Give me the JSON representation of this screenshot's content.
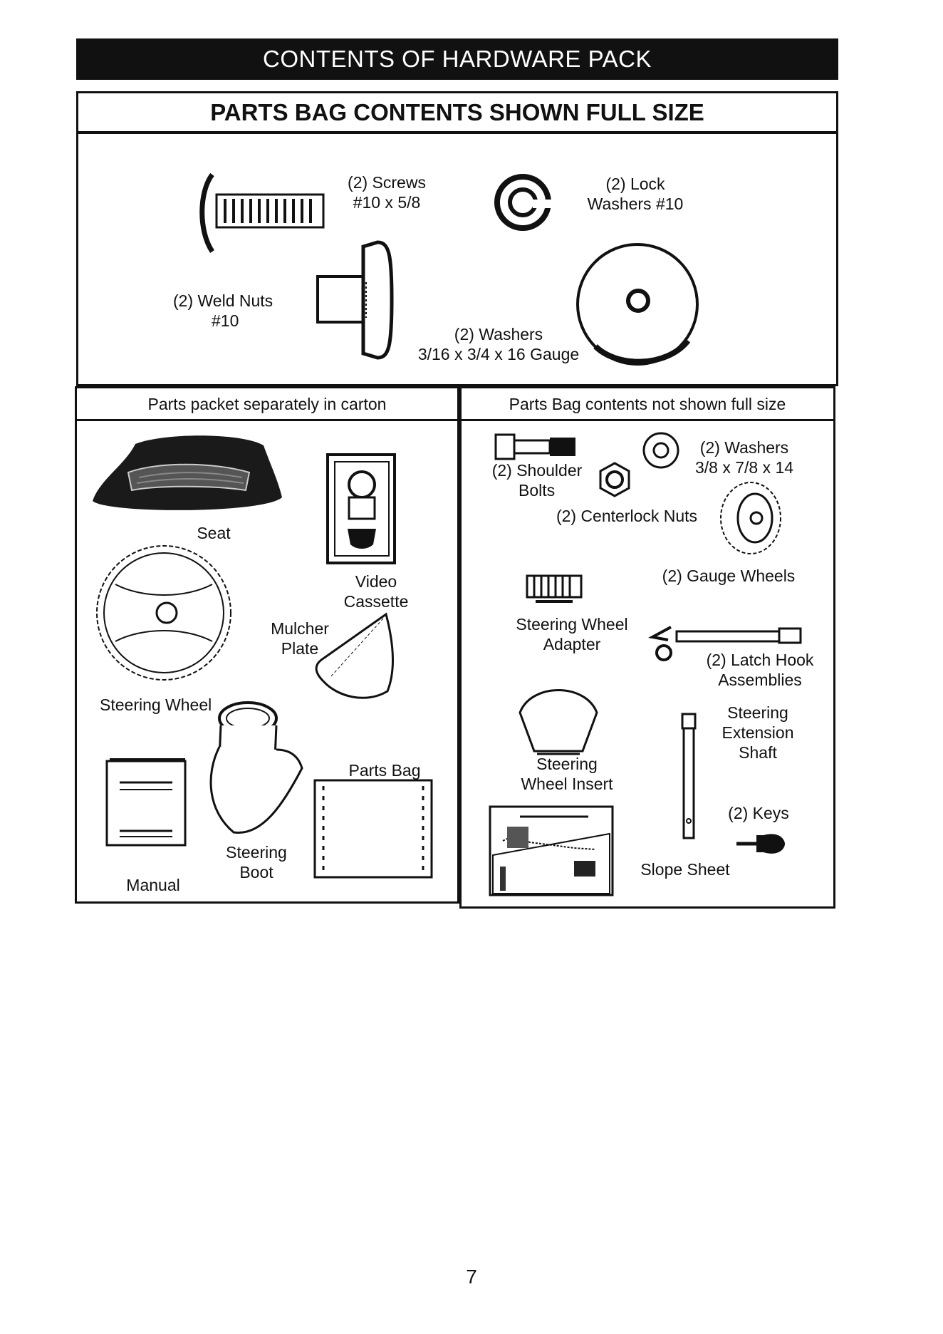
{
  "header": {
    "banner": "CONTENTS OF HARDWARE PACK"
  },
  "full_size_section": {
    "title": "PARTS BAG CONTENTS SHOWN FULL SIZE",
    "items": [
      {
        "line1": "(2) Screws",
        "line2": "#10 x 5/8"
      },
      {
        "line1": "(2) Lock",
        "line2": "Washers #10"
      },
      {
        "line1": "(2) Weld Nuts",
        "line2": "#10"
      },
      {
        "line1": "(2) Washers",
        "line2": "3/16 x 3/4 x 16 Gauge"
      }
    ]
  },
  "carton_section": {
    "title": "Parts packet separately in carton",
    "items": [
      {
        "line1": "Seat"
      },
      {
        "line1": "Video",
        "line2": "Cassette"
      },
      {
        "line1": "Mulcher",
        "line2": "Plate"
      },
      {
        "line1": "Steering Wheel"
      },
      {
        "line1": "Parts Bag"
      },
      {
        "line1": "Steering",
        "line2": "Boot"
      },
      {
        "line1": "Manual"
      }
    ]
  },
  "not_full_size_section": {
    "title": "Parts Bag contents not shown full size",
    "items": [
      {
        "line1": "(2) Shoulder",
        "line2": "Bolts"
      },
      {
        "line1": "(2) Washers",
        "line2": "3/8 x 7/8 x 14"
      },
      {
        "line1": "(2) Centerlock Nuts"
      },
      {
        "line1": "(2) Gauge Wheels"
      },
      {
        "line1": "Steering Wheel",
        "line2": "Adapter"
      },
      {
        "line1": "(2) Latch Hook",
        "line2": "Assemblies"
      },
      {
        "line1": "Steering",
        "line2": "Extension",
        "line3": "Shaft"
      },
      {
        "line1": "Steering",
        "line2": "Wheel Insert"
      },
      {
        "line1": "(2) Keys"
      },
      {
        "line1": "Slope Sheet"
      }
    ]
  },
  "footer": {
    "page_number": "7"
  }
}
